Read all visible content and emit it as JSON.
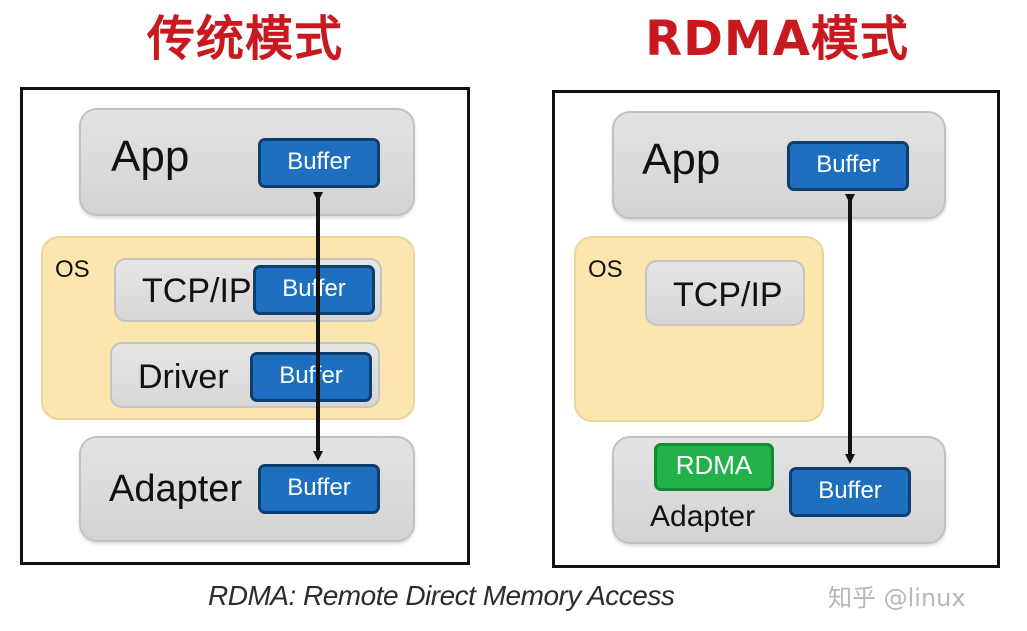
{
  "left_panel": {
    "title": "传统模式",
    "app_label": "App",
    "os_label": "OS",
    "tcpip_label": "TCP/IP",
    "driver_label": "Driver",
    "adapter_label": "Adapter",
    "buffer_label": "Buffer"
  },
  "right_panel": {
    "title": "RDMA模式",
    "app_label": "App",
    "os_label": "OS",
    "tcpip_label": "TCP/IP",
    "rdma_label": "RDMA",
    "adapter_label": "Adapter",
    "buffer_label": "Buffer"
  },
  "caption": "RDMA: Remote Direct Memory Access",
  "watermark": "知乎 @linux",
  "colors": {
    "title": "#c8191f",
    "buffer": "#1e6fc0",
    "rdma": "#23b14a",
    "os_box": "#fde5ae",
    "gray_box": "#dcdcdc"
  }
}
